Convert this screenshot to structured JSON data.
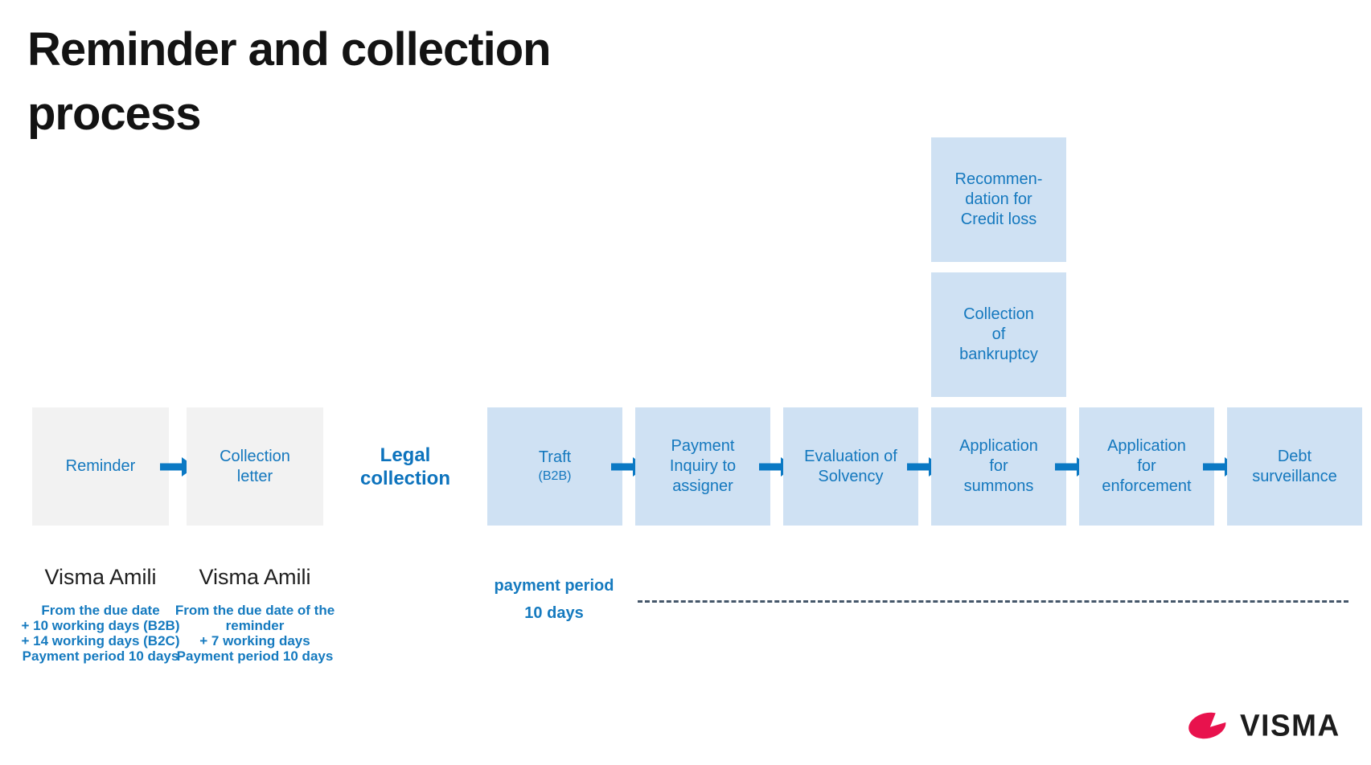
{
  "page": {
    "title_lines": [
      "Reminder and collection",
      "process"
    ]
  },
  "colors": {
    "title_text": "#131313",
    "blue_text": "#1478be",
    "legal_label_blue": "#0d73bd",
    "light_blue_box": "#cfe1f3",
    "gray_box": "#f2f2f2",
    "arrow_blue": "#0b79c4",
    "dash_line": "#45576a",
    "visma_red": "#e8124d",
    "wordmark_black": "#1c1c1c"
  },
  "icons": {
    "flow_arrow": "right-arrow",
    "visma_swoosh": "visma-flame"
  },
  "process": {
    "pre_boxes": [
      {
        "label_lines": [
          "Reminder"
        ]
      },
      {
        "label_lines": [
          "Collection",
          "letter"
        ]
      }
    ],
    "legal_collection_label_lines": [
      "Legal",
      "collection"
    ],
    "legal_boxes": [
      {
        "label": "Traft",
        "sub": "(B2B)"
      },
      {
        "label_lines": [
          "Payment",
          "Inquiry to",
          "assigner"
        ]
      },
      {
        "label_lines": [
          "Evaluation of",
          "Solvency"
        ]
      },
      {
        "label_lines": [
          "Application",
          "for",
          "summons"
        ]
      },
      {
        "label_lines": [
          "Application",
          "for",
          "enforcement"
        ]
      },
      {
        "label_lines": [
          "Debt",
          "surveillance"
        ]
      }
    ],
    "stacked_boxes": [
      {
        "label_lines": [
          "Recommen-",
          "dation for",
          "Credit loss"
        ]
      },
      {
        "label_lines": [
          "Collection",
          "of",
          "bankruptcy"
        ]
      }
    ]
  },
  "annotations": {
    "amili_left": "Visma Amili",
    "amili_right": "Visma Amili",
    "left_note_lines": [
      "From the due date",
      "+ 10 working days (B2B)",
      "+ 14 working days (B2C)",
      "Payment period 10 days"
    ],
    "right_note_lines": [
      "From the due date of the",
      "reminder",
      "+ 7 working days",
      "Payment period 10 days"
    ],
    "payment_period_lines": [
      "payment period",
      "10 days"
    ]
  },
  "footer": {
    "brand": "VISMA"
  }
}
